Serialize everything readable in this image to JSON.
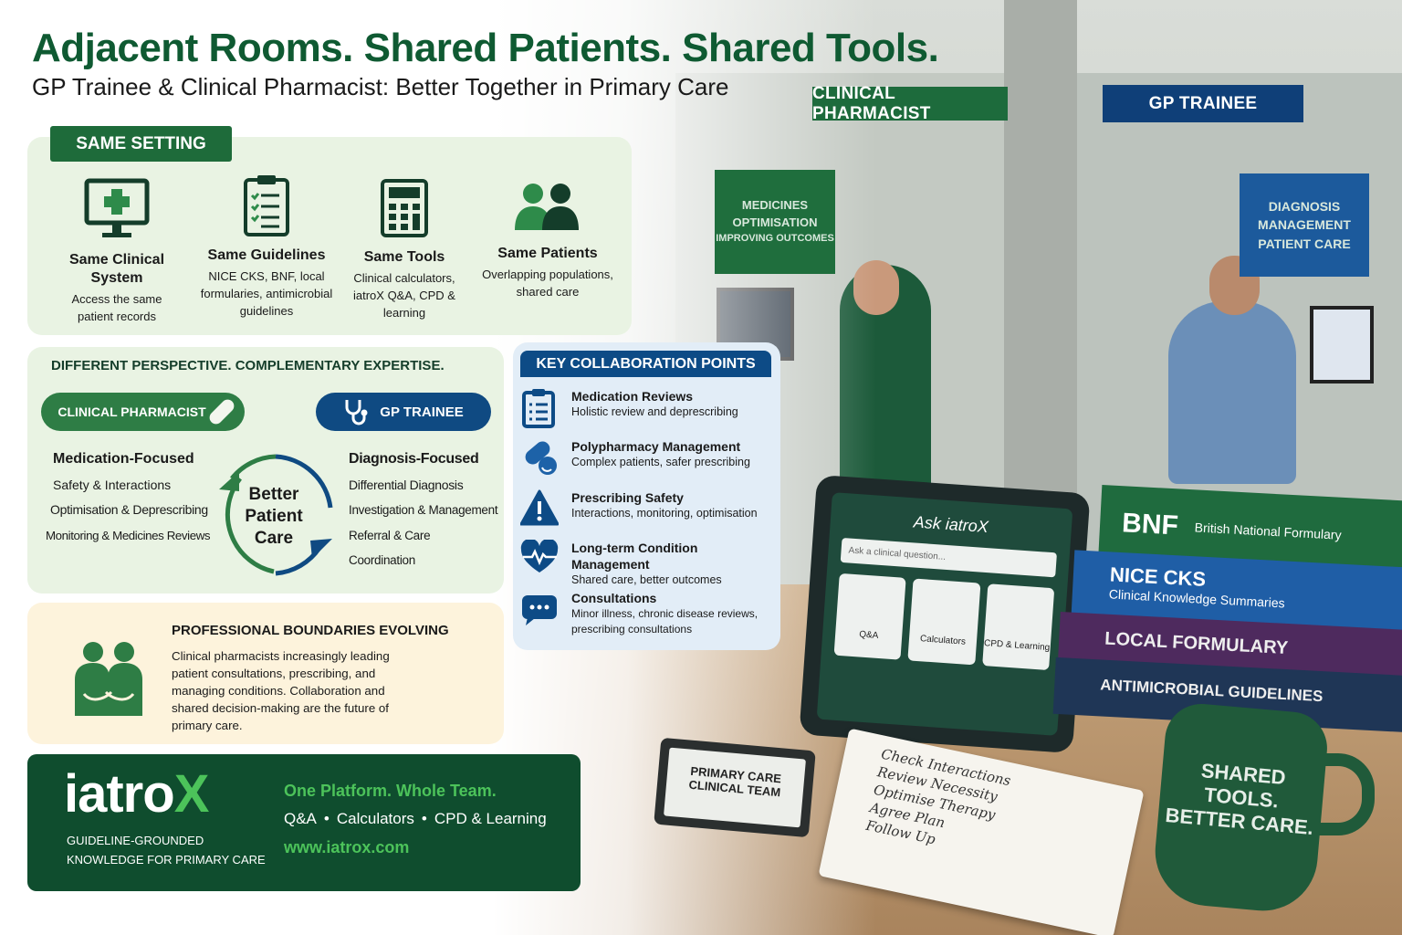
{
  "header": {
    "title": "Adjacent Rooms. Shared Patients. Shared Tools.",
    "subtitle": "GP Trainee & Clinical Pharmacist: Better Together in Primary Care"
  },
  "same_setting": {
    "label": "SAME SETTING",
    "items": [
      {
        "icon": "monitor-cross-icon",
        "title": "Same Clinical System",
        "desc": "Access the same patient records"
      },
      {
        "icon": "clipboard-checklist-icon",
        "title": "Same Guidelines",
        "desc": "NICE CKS, BNF, local formularies, antimicrobial guidelines"
      },
      {
        "icon": "calculator-icon",
        "title": "Same Tools",
        "desc": "Clinical calculators, iatroX Q&A, CPD & learning"
      },
      {
        "icon": "people-icon",
        "title": "Same Patients",
        "desc": "Overlapping populations, shared care"
      }
    ]
  },
  "perspective": {
    "heading": "DIFFERENT PERSPECTIVE. COMPLEMENTARY EXPERTISE.",
    "pharmacist": {
      "label": "CLINICAL PHARMACIST",
      "icon": "capsule-icon",
      "focus": "Medication-Focused",
      "points": [
        "Safety & Interactions",
        "Optimisation & Deprescribing",
        "Monitoring & Medicines Reviews"
      ]
    },
    "gp": {
      "label": "GP TRAINEE",
      "icon": "stethoscope-icon",
      "focus": "Diagnosis-Focused",
      "points": [
        "Differential Diagnosis",
        "Investigation & Management",
        "Referral & Care Coordination"
      ]
    },
    "center": [
      "Better",
      "Patient",
      "Care"
    ]
  },
  "key_points": {
    "heading": "KEY COLLABORATION POINTS",
    "items": [
      {
        "icon": "clipboard-icon",
        "title": "Medication Reviews",
        "desc": "Holistic review and deprescribing"
      },
      {
        "icon": "pills-icon",
        "title": "Polypharmacy Management",
        "desc": "Complex patients, safer prescribing"
      },
      {
        "icon": "warning-icon",
        "title": "Prescribing Safety",
        "desc": "Interactions, monitoring, optimisation"
      },
      {
        "icon": "heart-pulse-icon",
        "title": "Long-term Condition Management",
        "desc": "Shared care, better outcomes"
      },
      {
        "icon": "chat-icon",
        "title": "Consultations",
        "desc": "Minor illness, chronic disease reviews, prescribing consultations"
      }
    ]
  },
  "boundaries": {
    "title": "PROFESSIONAL BOUNDARIES EVOLVING",
    "text": "Clinical pharmacists increasingly leading patient consultations, prescribing, and managing conditions. Collaboration and shared decision-making are the future of primary care."
  },
  "footer": {
    "logo_main": "iatro",
    "logo_x": "X",
    "tagline1": "GUIDELINE-GROUNDED",
    "tagline2": "KNOWLEDGE FOR PRIMARY CARE",
    "headline": "One Platform. Whole Team.",
    "features": [
      "Q&A",
      "Calculators",
      "CPD & Learning"
    ],
    "separator": "•",
    "url": "www.iatrox.com"
  },
  "photo": {
    "sign_pharmacist": "CLINICAL PHARMACIST",
    "sign_gp": "GP TRAINEE",
    "poster_left": [
      "MEDICINES",
      "OPTIMISATION",
      "IMPROVING OUTCOMES"
    ],
    "poster_right": [
      "DIAGNOSIS",
      "MANAGEMENT",
      "PATIENT CARE"
    ],
    "tablet": {
      "title": "Ask iatroX",
      "placeholder": "Ask a clinical question...",
      "tiles": [
        "Q&A",
        "Calculators",
        "CPD & Learning"
      ]
    },
    "books": [
      {
        "title": "BNF",
        "sub": "British National Formulary"
      },
      {
        "title": "NICE CKS",
        "sub": "Clinical Knowledge Summaries"
      },
      {
        "title": "LOCAL FORMULARY",
        "sub": ""
      },
      {
        "title": "ANTIMICROBIAL GUIDELINES",
        "sub": ""
      }
    ],
    "badge": [
      "PRIMARY CARE",
      "CLINICAL TEAM"
    ],
    "notebook": [
      "Check Interactions",
      "Review Necessity",
      "Optimise Therapy",
      "Agree Plan",
      "Follow Up"
    ],
    "mug": [
      "SHARED TOOLS.",
      "BETTER CARE."
    ]
  },
  "colors": {
    "green": "#0f5a32",
    "blue": "#0d4b86",
    "panel_green": "#e9f3e3",
    "panel_blue": "#e2edf7",
    "panel_cream": "#fdf3dc",
    "footer": "#0f4d2e",
    "accent": "#4cc35a"
  }
}
